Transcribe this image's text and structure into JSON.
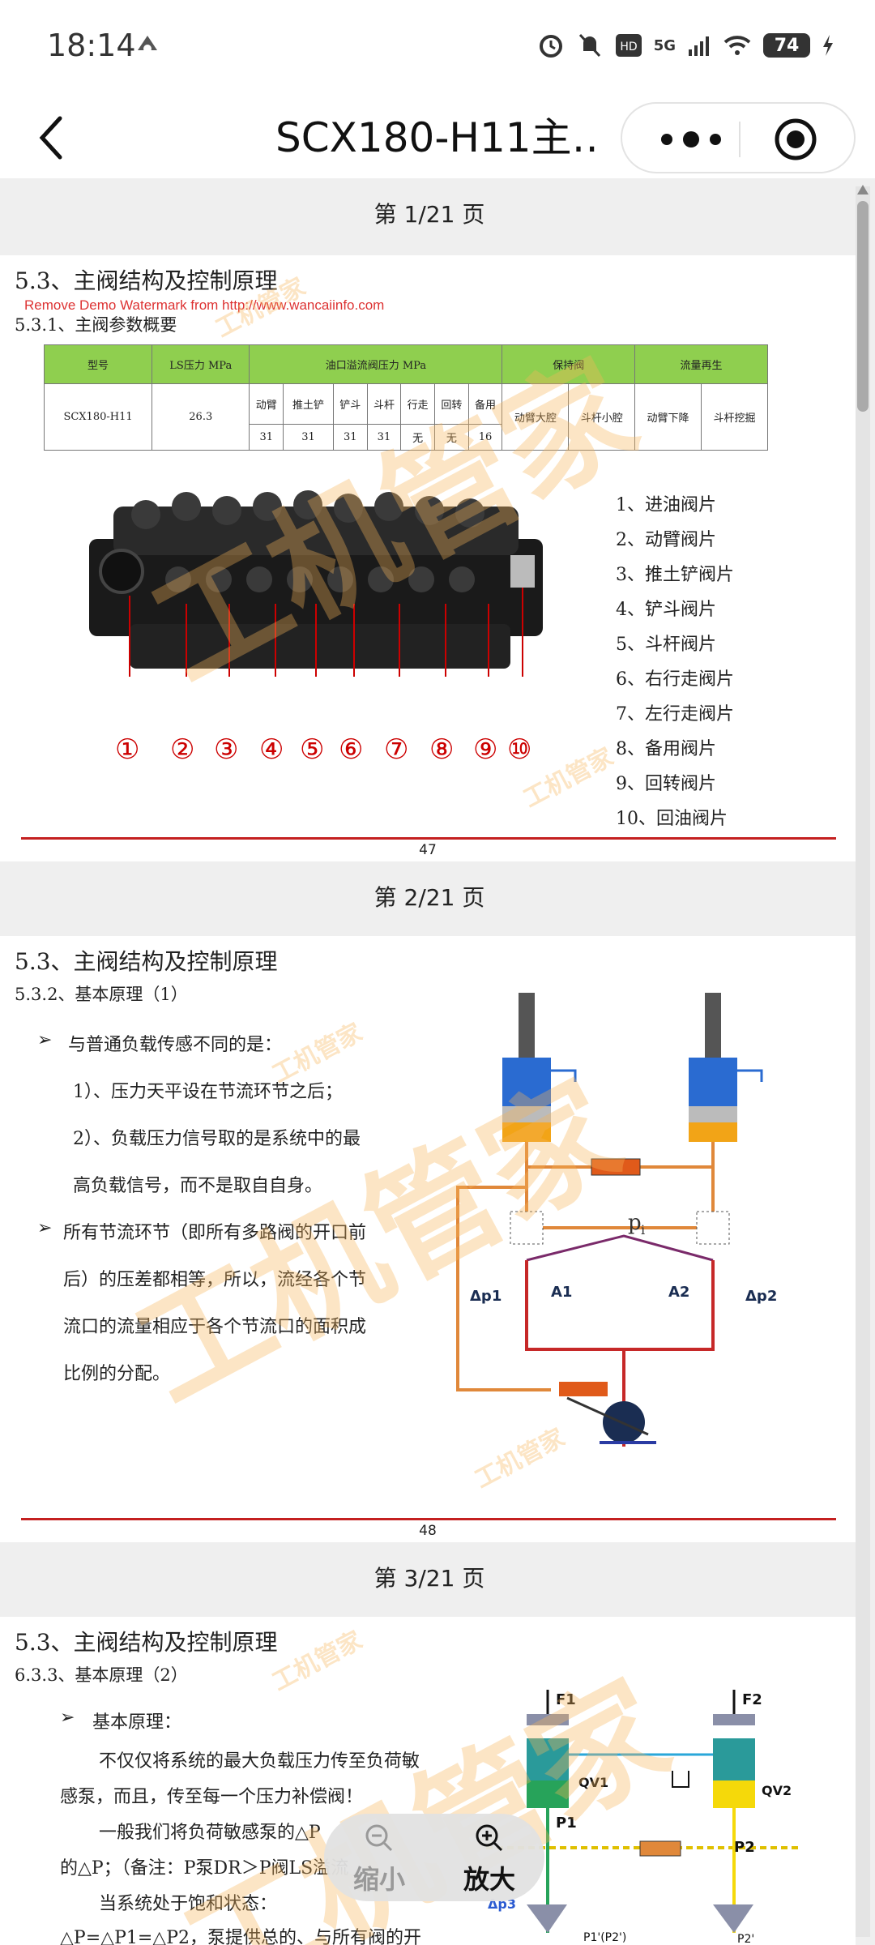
{
  "status": {
    "time": "18:14",
    "network": "5G",
    "battery": "74"
  },
  "nav": {
    "title": "SCX180-H11主…"
  },
  "pages": [
    {
      "label": "第 1/21 页",
      "page_number": "47"
    },
    {
      "label": "第 2/21 页",
      "page_number": "48"
    },
    {
      "label": "第 3/21 页"
    }
  ],
  "p1": {
    "title": "5.3、主阀结构及控制原理",
    "demo": "Remove Demo Watermark from http://www.wancaiinfo.com",
    "subtitle": "5.3.1、主阀参数概要",
    "table": {
      "h_model": "型号",
      "h_ls": "LS压力 MPa",
      "h_relief": "油口溢流阀压力 MPa",
      "h_hold": "保持阀",
      "h_regen": "流量再生",
      "model": "SCX180-H11",
      "ls": "26.3",
      "relief_names": [
        "动臂",
        "推土铲",
        "铲斗",
        "斗杆",
        "行走",
        "回转",
        "备用"
      ],
      "relief_values": [
        "31",
        "31",
        "31",
        "31",
        "无",
        "无",
        "16"
      ],
      "hold_names": [
        "动臂大腔",
        "斗杆小腔"
      ],
      "regen_names": [
        "动臂下降",
        "斗杆挖掘"
      ]
    },
    "circles": [
      "①",
      "②",
      "③",
      "④",
      "⑤",
      "⑥",
      "⑦",
      "⑧",
      "⑨",
      "⑩"
    ],
    "legend": [
      "1、进油阀片",
      "2、动臂阀片",
      "3、推土铲阀片",
      "4、铲斗阀片",
      "5、斗杆阀片",
      "6、右行走阀片",
      "7、左行走阀片",
      "8、备用阀片",
      "9、回转阀片",
      "10、回油阀片"
    ]
  },
  "p2": {
    "title": "5.3、主阀结构及控制原理",
    "subtitle": "5.3.2、基本原理（1）",
    "bullet1": "与普通负载传感不同的是：",
    "item1": "1）、压力天平设在节流环节之后；",
    "item2a": "2）、负载压力信号取的是系统中的最",
    "item2b": "高负载信号，而不是取自自身。",
    "bullet2a": "所有节流环节（即所有多路阀的开口前",
    "bullet2b": "后）的压差都相等，所以，流经各个节",
    "bullet2c": "流口的流量相应于各个节流口的面积成",
    "bullet2d": "比例的分配。",
    "diagram": {
      "pi": "p",
      "pi_sub": "i",
      "a1": "A1",
      "a2": "A2",
      "dp1": "Δp1",
      "dp2": "Δp2"
    }
  },
  "p3": {
    "title": "5.3、主阀结构及控制原理",
    "subtitle": "6.3.3、基本原理（2）",
    "bullet": "基本原理：",
    "l1": "不仅仅将系统的最大负载压力传至负荷敏",
    "l2": "感泵，而且，传至每一个压力补偿阀！",
    "l3": "一般我们将负荷敏感泵的△P",
    "l4": "的△P；（备注：P泵DR＞P阀LS溢流",
    "l5": "当系统处于饱和状态：",
    "l6": "△P=△P1=△P2，泵提供总的、与所有阀的开",
    "diagram": {
      "f1": "F1",
      "f2": "F2",
      "qv1": "QV1",
      "qv2": "QV2",
      "p1": "P1",
      "p2": "P2",
      "dp3": "Δp3",
      "p1p": "P1'(P2')",
      "p2p": "P2'"
    }
  },
  "watermark": "工机管家",
  "zoom": {
    "out": "缩小",
    "in": "放大"
  }
}
